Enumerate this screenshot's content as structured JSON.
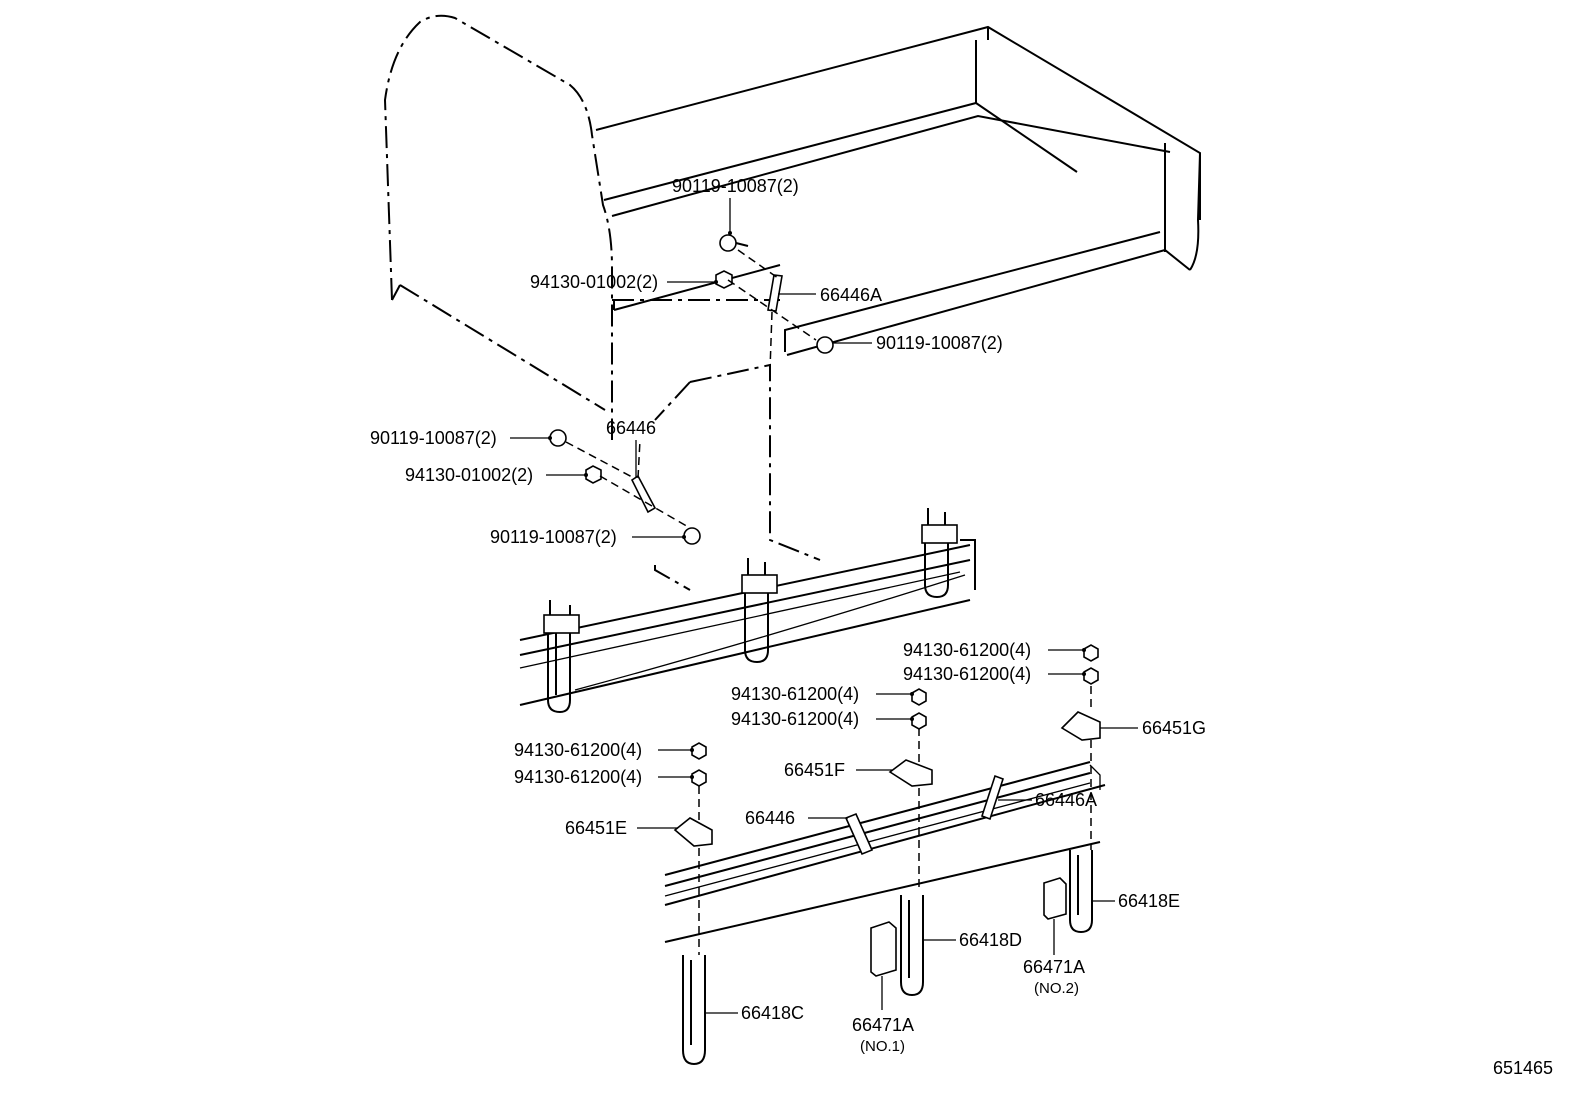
{
  "diagram_id": "651465",
  "parts": {
    "bolt_upper_top": "90119-10087(2)",
    "nut_upper": "94130-01002(2)",
    "bracket_upper": "66446A",
    "bolt_upper_right": "90119-10087(2)",
    "bracket_center": "66446",
    "bolt_mid_left": "90119-10087(2)",
    "nut_mid_left": "94130-01002(2)",
    "bolt_mid_lower": "90119-10087(2)",
    "nut_g_top": "94130-61200(4)",
    "nut_g_bottom": "94130-61200(4)",
    "nut_f_top": "94130-61200(4)",
    "nut_f_bottom": "94130-61200(4)",
    "nut_e_top": "94130-61200(4)",
    "nut_e_bottom": "94130-61200(4)",
    "plate_g": "66451G",
    "plate_f": "66451F",
    "plate_e": "66451E",
    "bracket_lower_left": "66446",
    "bracket_lower_right": "66446A",
    "ubolt_c": "66418C",
    "ubolt_d": "66418D",
    "ubolt_e": "66418E",
    "spacer_no1": "66471A",
    "spacer_no1_note": "(NO.1)",
    "spacer_no2": "66471A",
    "spacer_no2_note": "(NO.2)"
  }
}
